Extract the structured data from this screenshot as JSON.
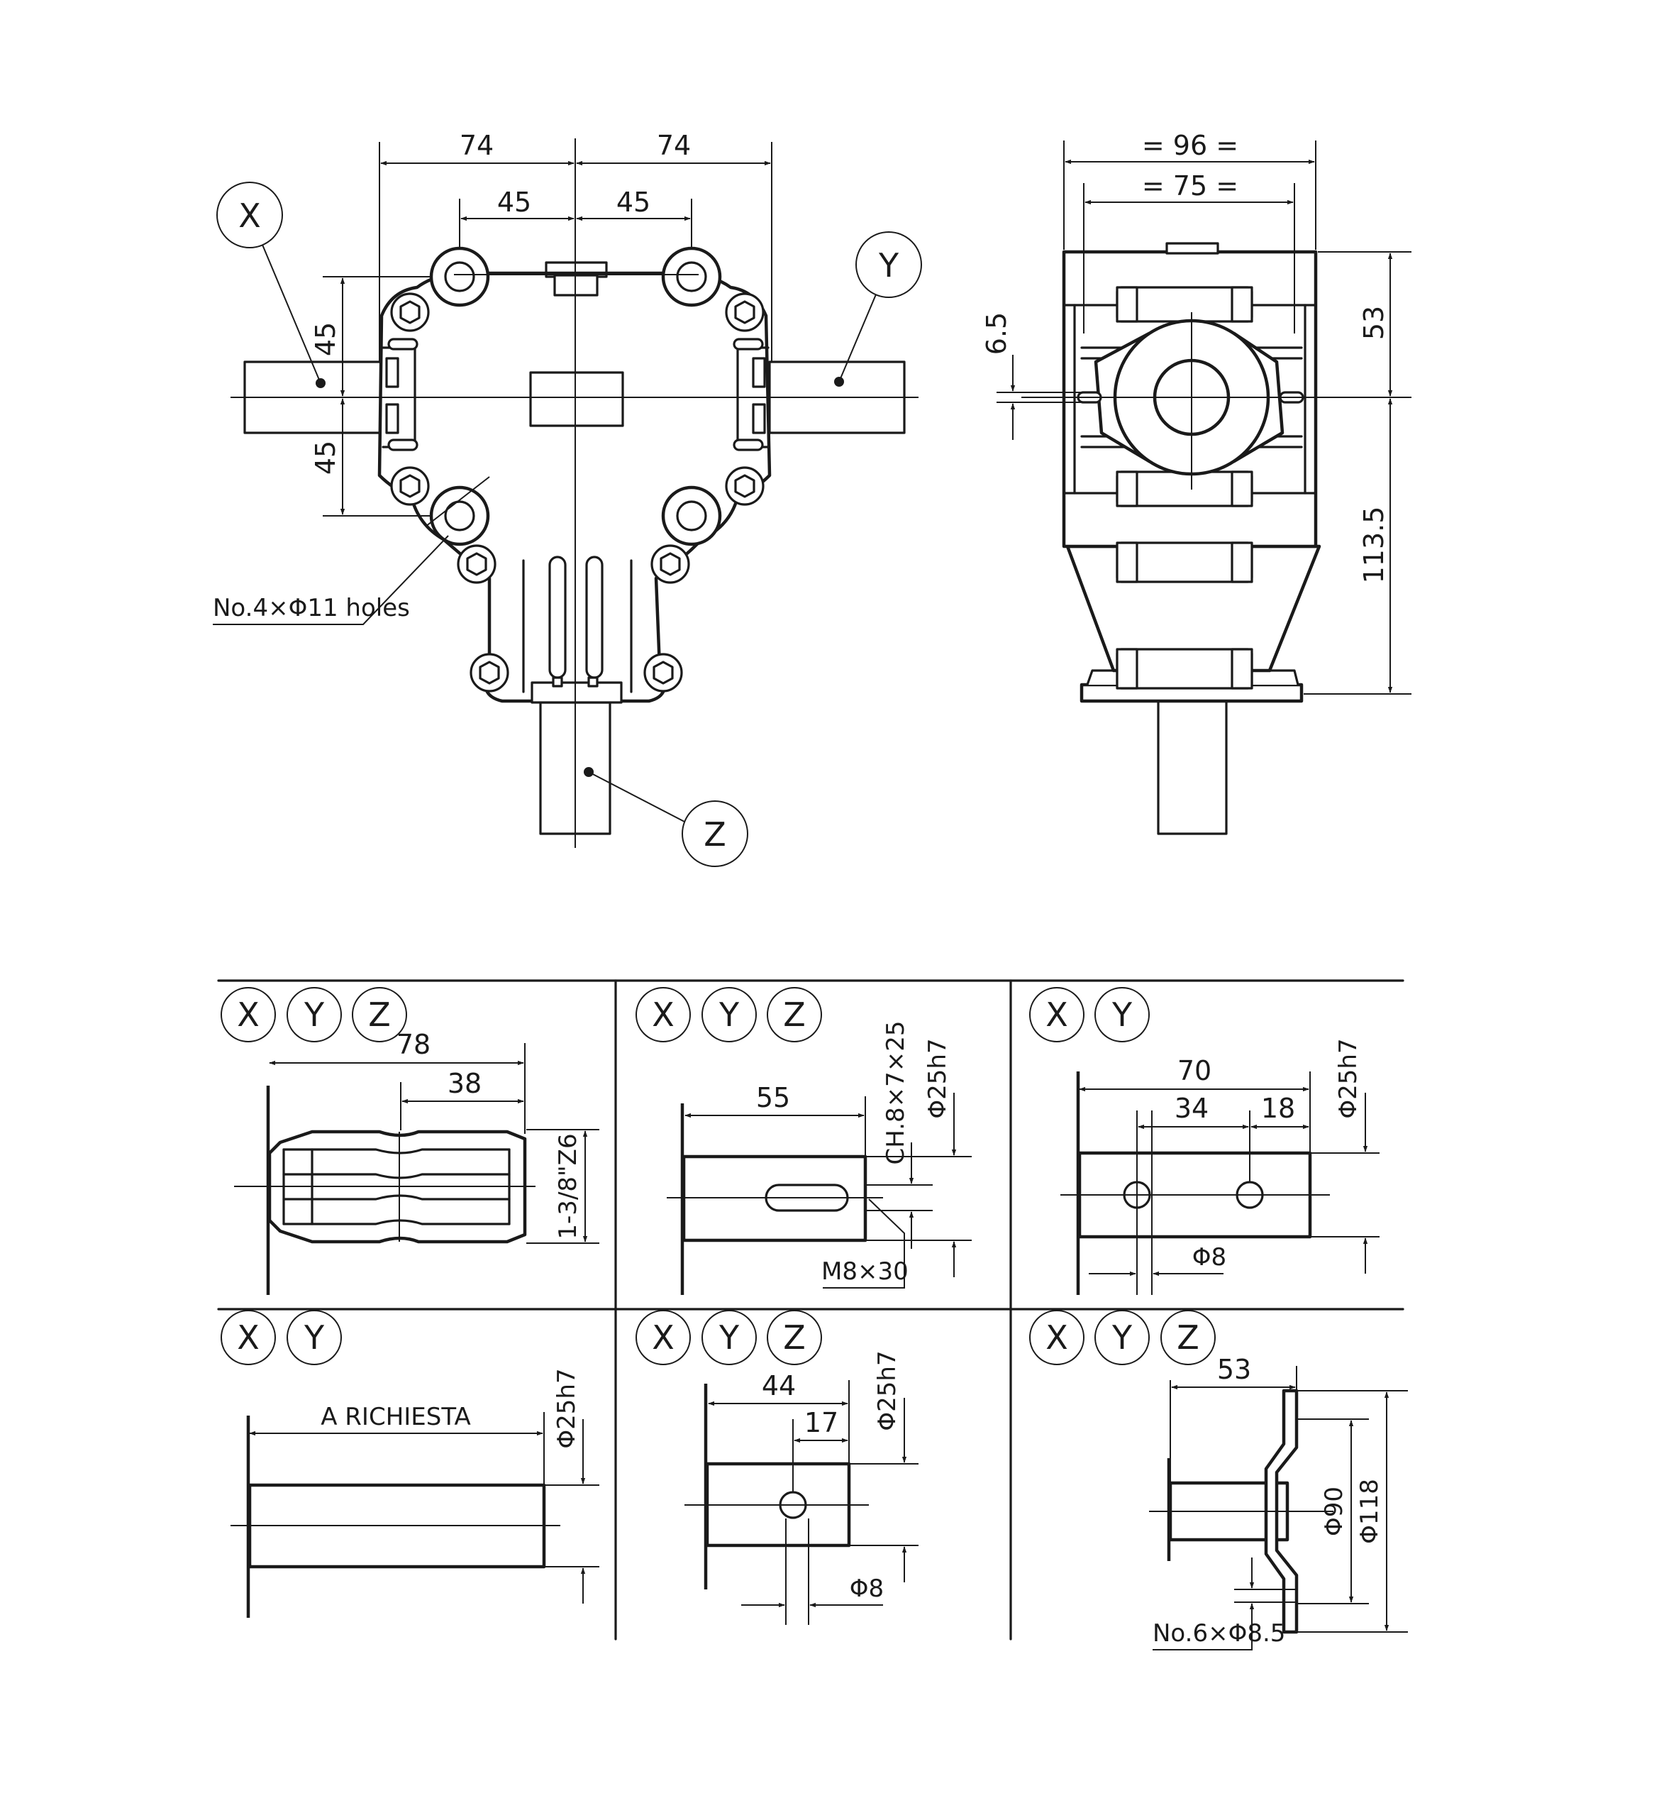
{
  "labels": {
    "x": "X",
    "y": "Y",
    "z": "Z"
  },
  "front_view": {
    "dim_74_left": "74",
    "dim_74_right": "74",
    "dim_45_left": "45",
    "dim_45_right": "45",
    "dim_45_upper": "45",
    "dim_45_lower": "45",
    "holes_note": "No.4×Φ11 holes"
  },
  "side_view": {
    "dim_96": "= 96 =",
    "dim_75": "= 75 =",
    "dim_6_5": "6.5",
    "dim_53": "53",
    "dim_113_5": "113.5"
  },
  "panels": {
    "splined": {
      "dim_78": "78",
      "dim_38": "38",
      "spline": "1-3/8\"Z6"
    },
    "keyed": {
      "dim_55": "55",
      "key": "CH.8×7×25",
      "dia": "Φ25h7",
      "thread": "M8×30"
    },
    "two_hole": {
      "dim_70": "70",
      "dim_34": "34",
      "dim_18": "18",
      "dia": "Φ25h7",
      "hole": "Φ8"
    },
    "plain": {
      "length": "A RICHIESTA",
      "dia": "Φ25h7"
    },
    "one_hole": {
      "dim_44": "44",
      "dim_17": "17",
      "dia": "Φ25h7",
      "hole": "Φ8"
    },
    "flange": {
      "dim_53": "53",
      "dia_90": "Φ90",
      "dia_118": "Φ118",
      "holes": "No.6×Φ8.5"
    }
  }
}
